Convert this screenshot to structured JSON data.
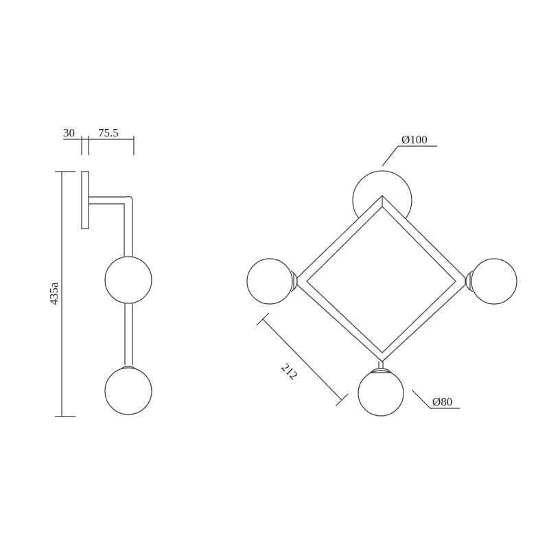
{
  "side_view": {
    "dim_backplate": "30",
    "dim_projection": "75.5",
    "dim_height": "435a"
  },
  "front_view": {
    "dim_canopy": "Ø100",
    "dim_arm": "212",
    "dim_globe": "Ø80"
  },
  "colors": {
    "line": "#333333",
    "background": "#ffffff"
  }
}
